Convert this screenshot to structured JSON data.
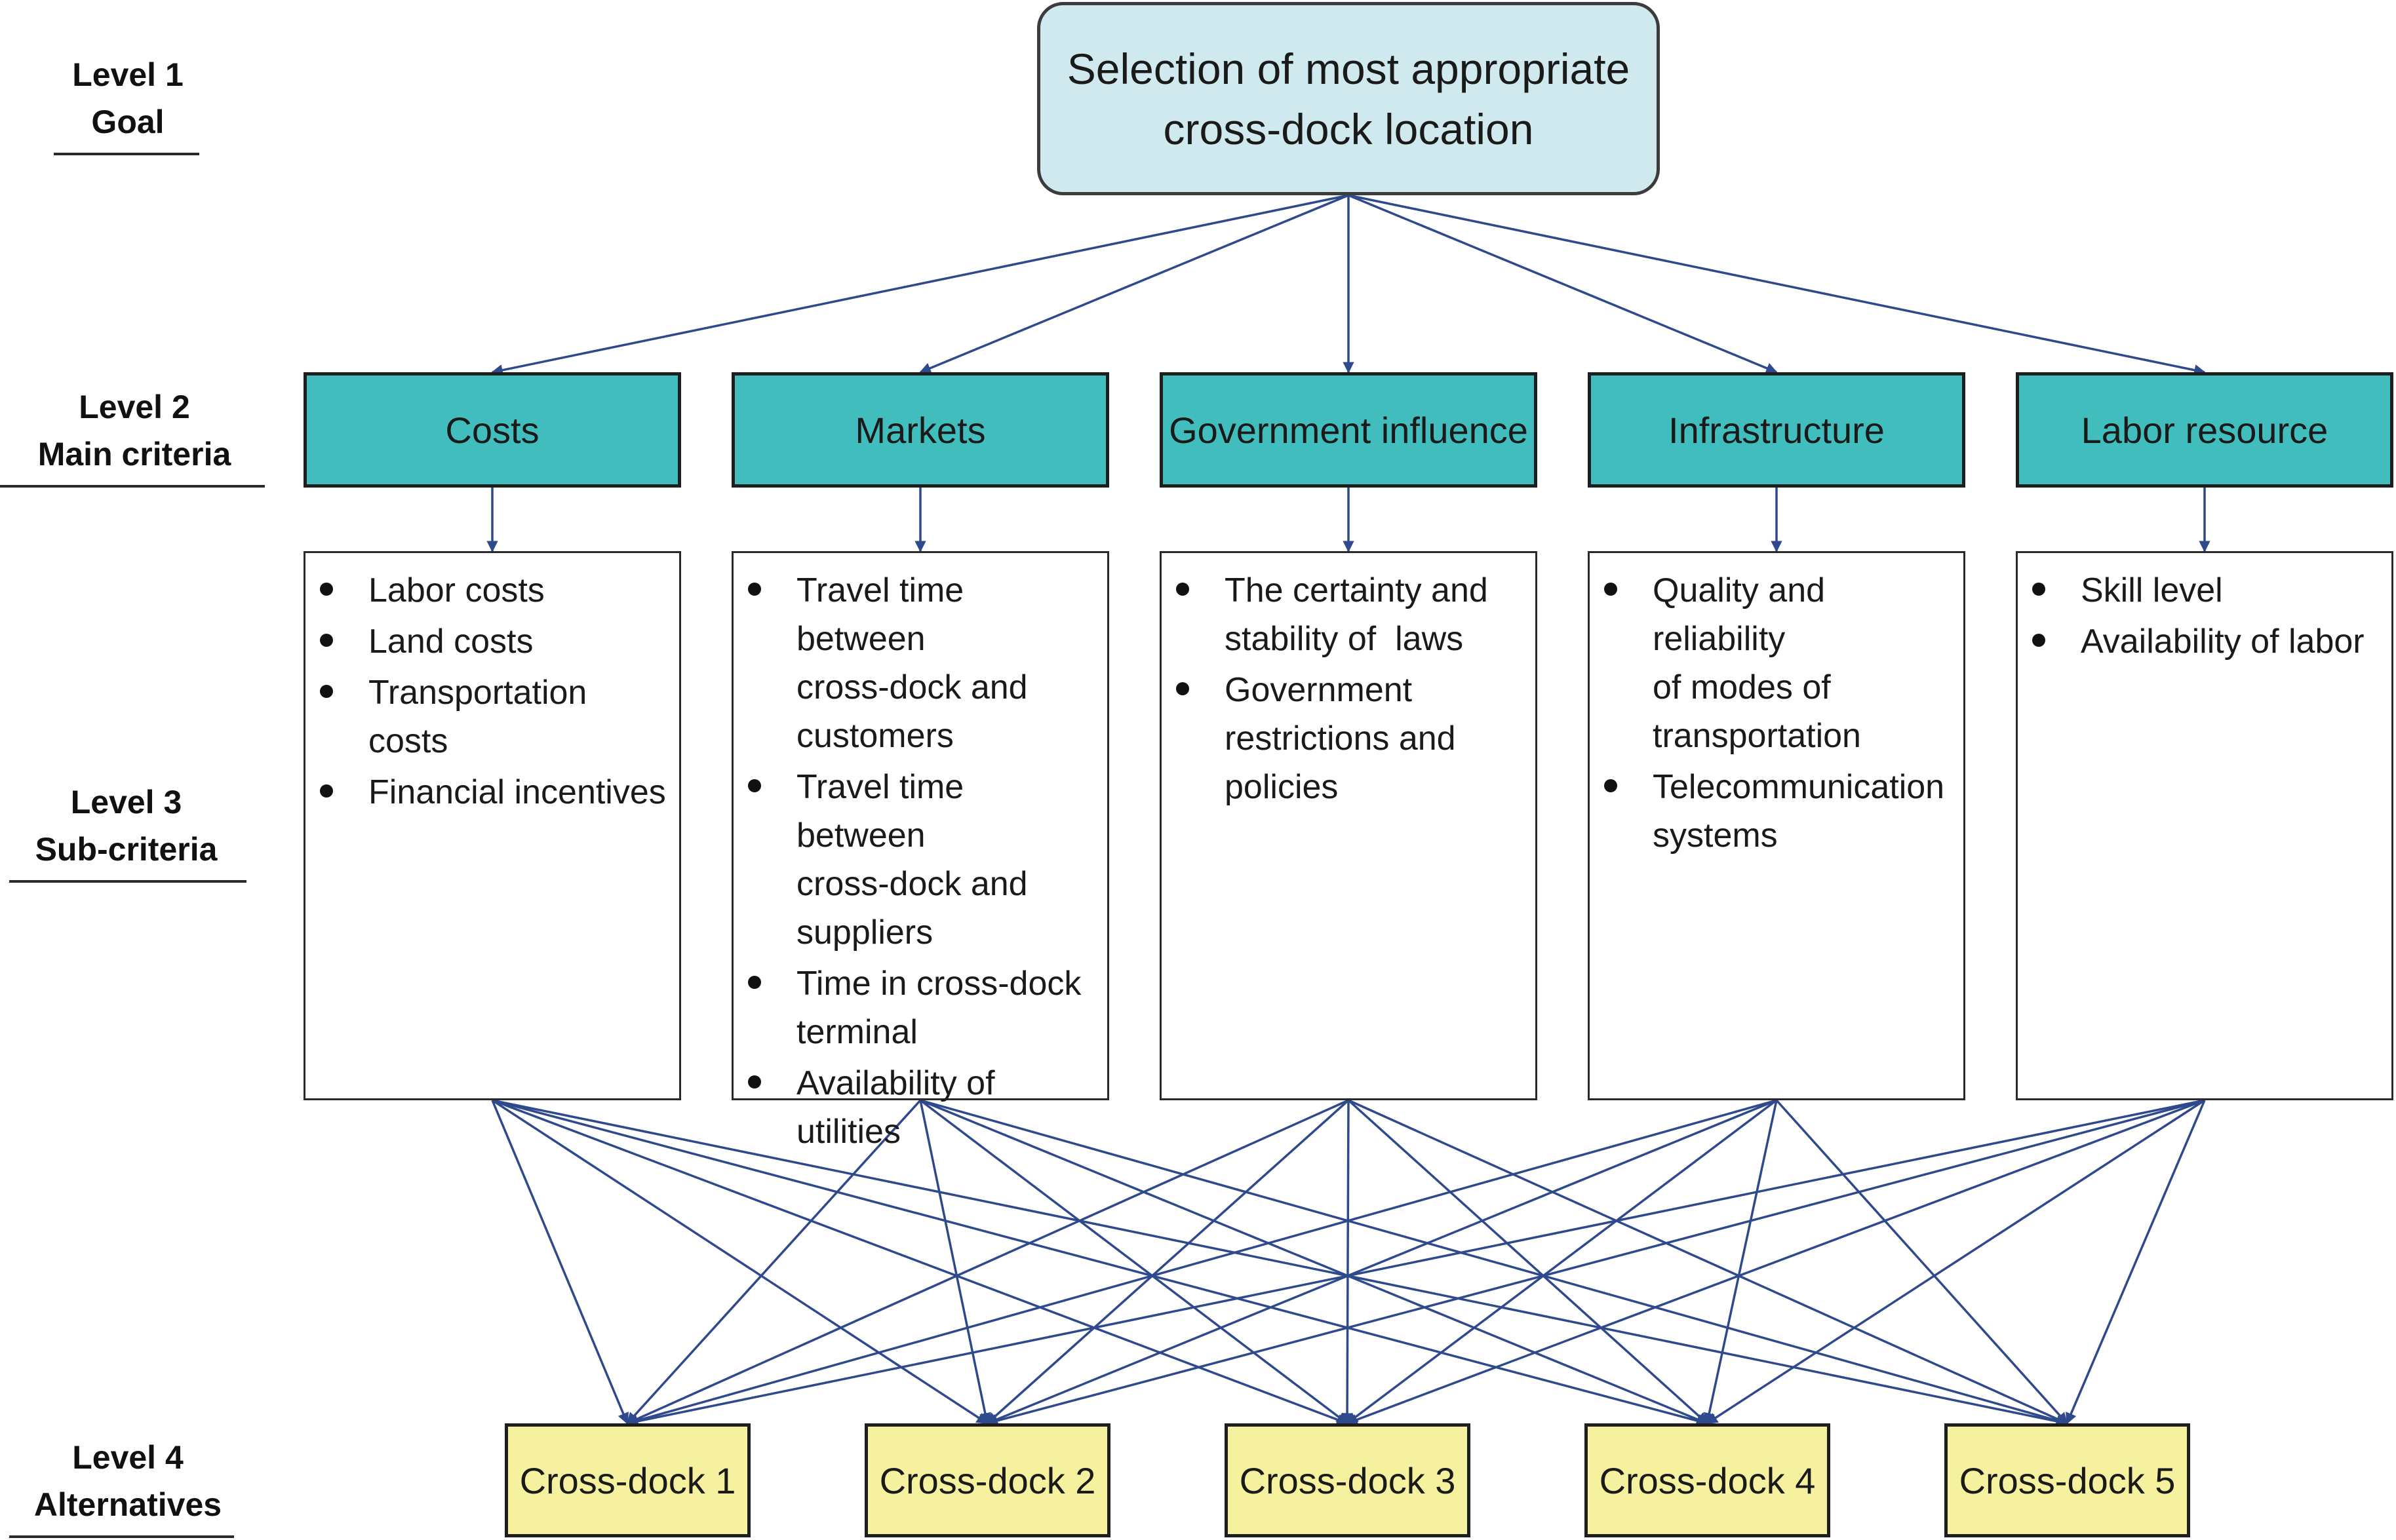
{
  "colors": {
    "arrow": "#2f4a8c",
    "goal_fill": "#cfe9ef",
    "criterion_fill": "#42bdbd",
    "alternative_fill": "#f5f19e",
    "subcriteria_fill": "#ffffff",
    "border": "#1e1e1e"
  },
  "level_labels": [
    {
      "line1": "Level 1",
      "line2": "Goal"
    },
    {
      "line1": "Level 2",
      "line2": "Main criteria"
    },
    {
      "line1": "Level 3",
      "line2": "Sub-criteria"
    },
    {
      "line1": "Level 4",
      "line2": "Alternatives"
    }
  ],
  "goal": {
    "line1": "Selection of most appropriate",
    "line2": "cross-dock location"
  },
  "criteria": [
    {
      "label": "Costs",
      "subcriteria": [
        [
          "Labor costs"
        ],
        [
          "Land costs"
        ],
        [
          "Transportation costs"
        ],
        [
          "Financial incentives"
        ]
      ]
    },
    {
      "label": "Markets",
      "subcriteria": [
        [
          "Travel time between",
          "cross-dock and",
          "customers"
        ],
        [
          "Travel time between",
          "cross-dock and",
          "suppliers"
        ],
        [
          "Time in cross-dock",
          "terminal"
        ],
        [
          "Availability of utilities"
        ]
      ]
    },
    {
      "label": "Government influence",
      "subcriteria": [
        [
          "The certainty and",
          "stability of  laws"
        ],
        [
          "Government",
          "restrictions and",
          "policies"
        ]
      ]
    },
    {
      "label": "Infrastructure",
      "subcriteria": [
        [
          "Quality and reliability",
          "of modes of",
          "transportation"
        ],
        [
          "Telecommunication",
          "systems"
        ]
      ]
    },
    {
      "label": "Labor resource",
      "subcriteria": [
        [
          "Skill level"
        ],
        [
          "Availability of labor"
        ]
      ]
    }
  ],
  "alternatives": [
    "Cross-dock 1",
    "Cross-dock 2",
    "Cross-dock 3",
    "Cross-dock 4",
    "Cross-dock 5"
  ]
}
